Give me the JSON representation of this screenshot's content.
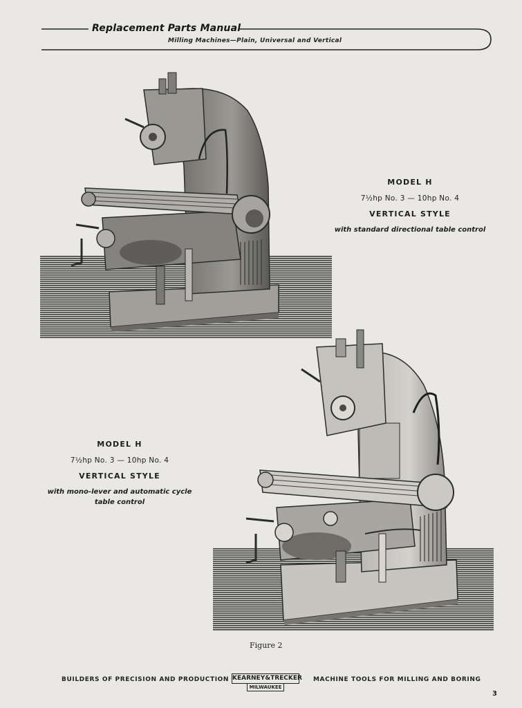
{
  "header": {
    "title": "Replacement Parts Manual",
    "subtitle": "Milling Machines—Plain, Universal and Vertical"
  },
  "figures": [
    {
      "model": "MODEL H",
      "power": "7½hp No. 3 — 10hp No. 4",
      "style": "VERTICAL STYLE",
      "description": "with standard directional table control"
    },
    {
      "model": "MODEL H",
      "power": "7½hp No. 3 — 10hp No. 4",
      "style": "VERTICAL STYLE",
      "description": "with mono-lever and automatic cycle\ntable control"
    }
  ],
  "figure_label": "Figure 2",
  "footer": {
    "left": "BUILDERS OF PRECISION AND PRODUCTION",
    "logo_top": "KEARNEY&TRECKER",
    "logo_bottom": "MILWAUKEE",
    "right": "MACHINE TOOLS FOR MILLING AND BORING"
  },
  "page_number": "3",
  "colors": {
    "paper": "#e9e8e4",
    "ink": "#1d1d1d",
    "machine_body": "#8e8c86",
    "machine_shadow": "#4a4946",
    "floor_stripe": "#3a3a38"
  }
}
